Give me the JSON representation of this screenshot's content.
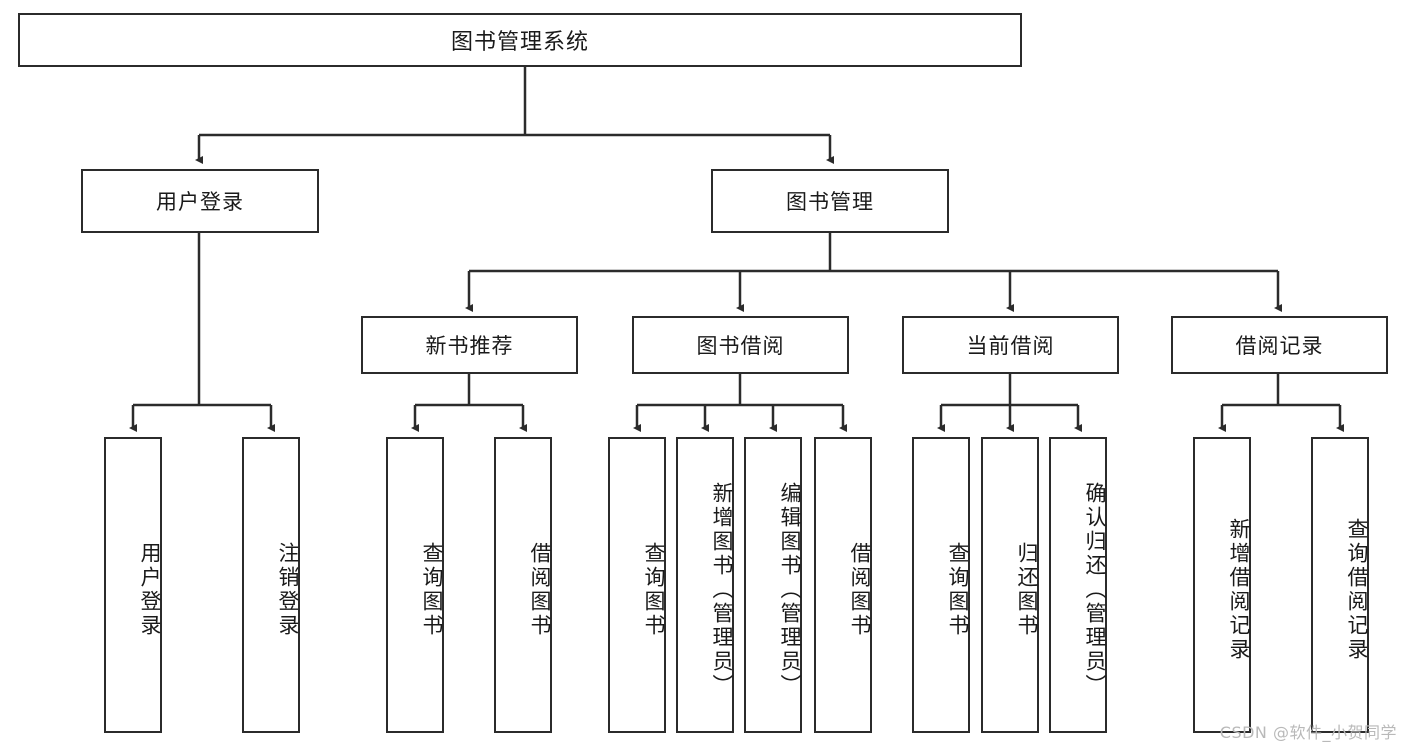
{
  "diagram": {
    "title": "图书管理系统",
    "type": "功能结构图",
    "root": {
      "label": "图书管理系统"
    },
    "level2": [
      {
        "label": "用户登录"
      },
      {
        "label": "图书管理"
      }
    ],
    "level3": [
      {
        "label": "新书推荐"
      },
      {
        "label": "图书借阅"
      },
      {
        "label": "当前借阅"
      },
      {
        "label": "借阅记录"
      }
    ],
    "leaves": {
      "user_login": [
        {
          "label": "用户登录"
        },
        {
          "label": "注销登录"
        }
      ],
      "new_book": [
        {
          "label": "查询图书"
        },
        {
          "label": "借阅图书"
        }
      ],
      "book_borrow": [
        {
          "label": "查询图书"
        },
        {
          "label": "新增图书（管理员）"
        },
        {
          "label": "编辑图书（管理员）"
        },
        {
          "label": "借阅图书"
        }
      ],
      "current_borrow": [
        {
          "label": "查询图书"
        },
        {
          "label": "归还图书"
        },
        {
          "label": "确认归还（管理员）"
        }
      ],
      "borrow_record": [
        {
          "label": "新增借阅记录"
        },
        {
          "label": "查询借阅记录"
        }
      ]
    },
    "watermark": "CSDN @软件_小贺同学",
    "colors": {
      "stroke": "#2b2b2b",
      "fill": "#ffffff",
      "text": "#1a1a1a",
      "watermark": "#b9b9b9"
    }
  }
}
